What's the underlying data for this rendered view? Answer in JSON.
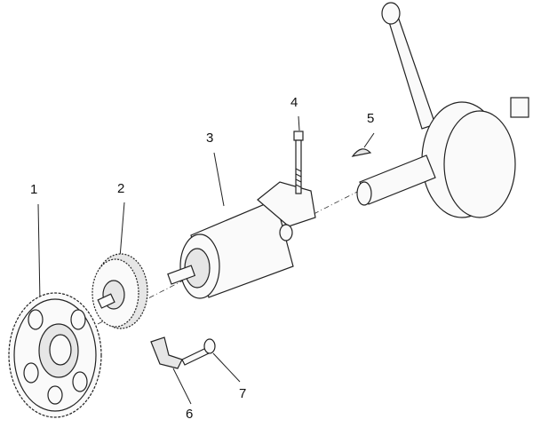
{
  "diagram": {
    "type": "exploded-parts-view",
    "callouts": [
      {
        "number": "1",
        "part": "starter-driven-gear"
      },
      {
        "number": "2",
        "part": "intermediate-gear"
      },
      {
        "number": "3",
        "part": "starter-motor"
      },
      {
        "number": "4",
        "part": "bolt"
      },
      {
        "number": "5",
        "part": "woodruff-key"
      },
      {
        "number": "6",
        "part": "bracket"
      },
      {
        "number": "7",
        "part": "screw"
      }
    ]
  }
}
